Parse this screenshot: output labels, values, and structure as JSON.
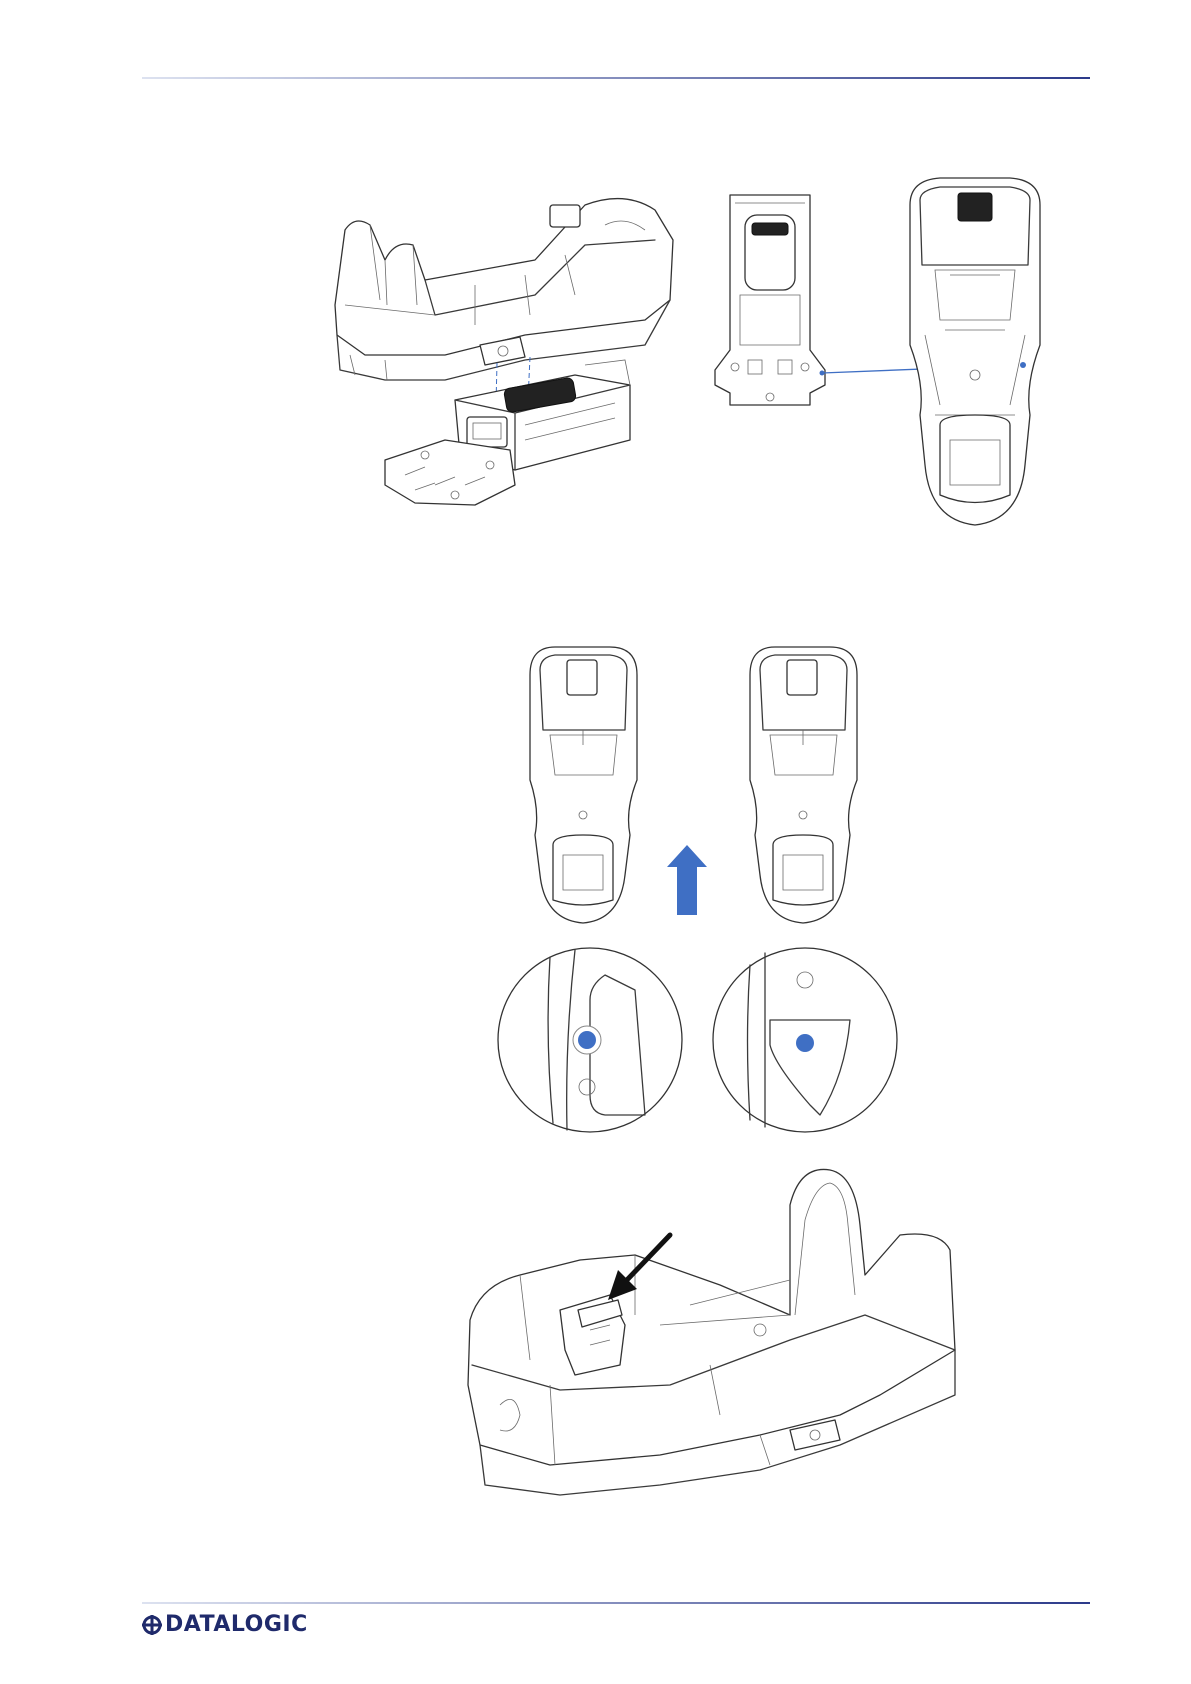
{
  "colors": {
    "rule": "#2c3a8a",
    "accent": "#3f6fc4",
    "line": "#3a3a3a",
    "logo": "#1f2a6b"
  },
  "footer": {
    "logo_text": "DATALOGIC",
    "logo_icon": "datalogic-mark-icon"
  },
  "figures": [
    {
      "name": "base-with-plate-exploded"
    },
    {
      "name": "plate-alignment-back-view"
    },
    {
      "name": "base-positions-with-arrow"
    },
    {
      "name": "hole-detail-zoom"
    },
    {
      "name": "base-latch-arrow-view"
    }
  ]
}
